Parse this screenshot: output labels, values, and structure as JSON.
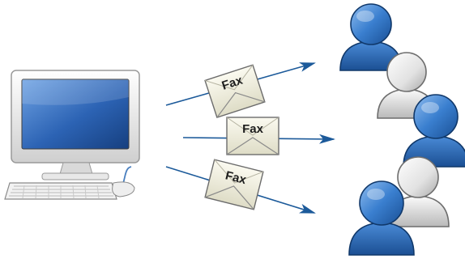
{
  "envelopes": [
    {
      "label": "Fax"
    },
    {
      "label": "Fax"
    },
    {
      "label": "Fax"
    }
  ],
  "icons": {
    "computer": "computer-icon",
    "envelope": "envelope-icon",
    "user_blue": "user-icon",
    "user_white": "user-icon"
  },
  "colors": {
    "arrow": "#1c5a9a",
    "monitor_screen": "#2c63b4",
    "user_blue": "#2f74c4",
    "user_white": "#e4e4e4",
    "envelope": "#f3f1df"
  }
}
